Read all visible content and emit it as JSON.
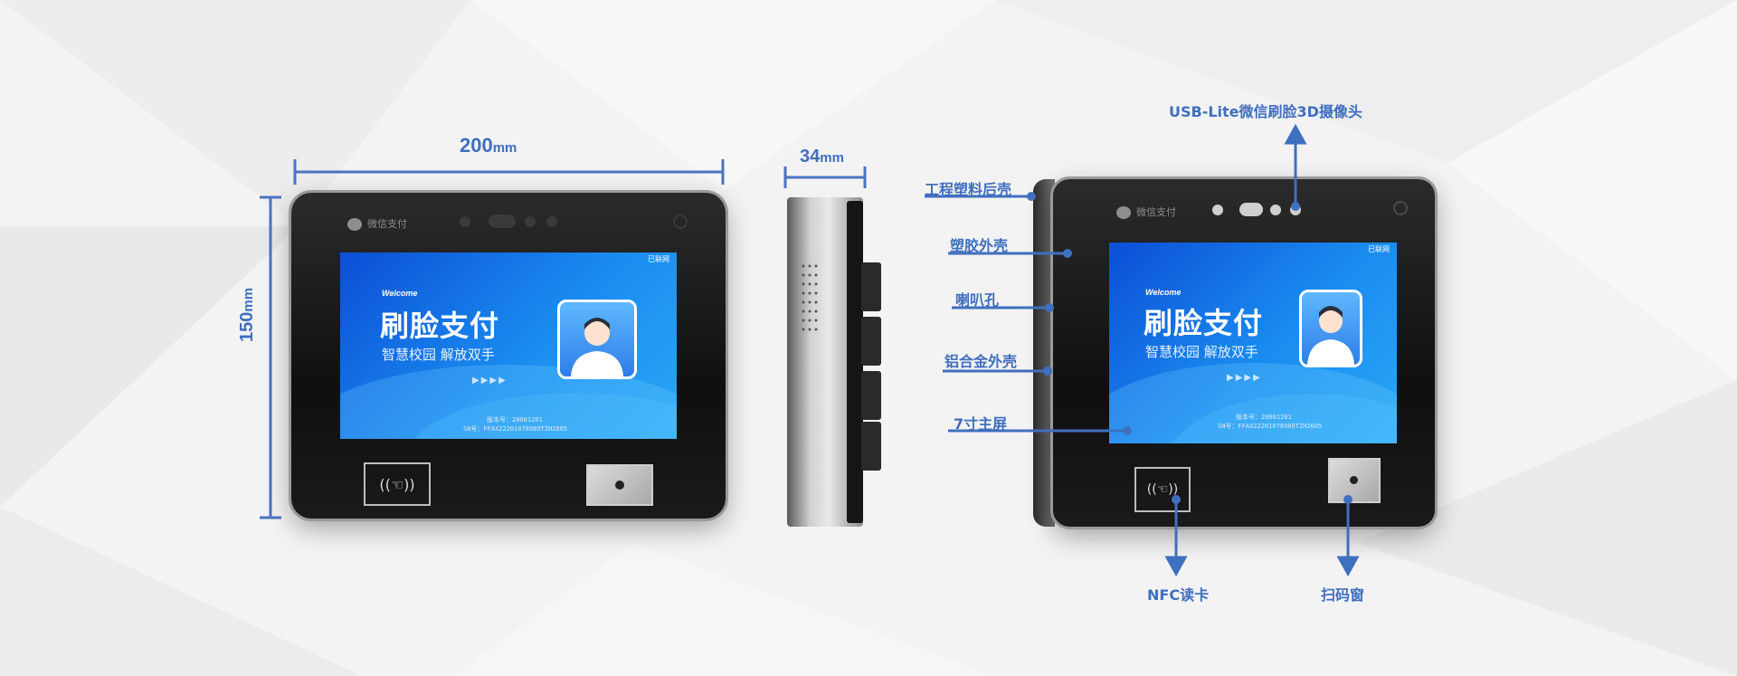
{
  "dimensions": {
    "width_value": "200",
    "width_unit": "mm",
    "height_value": "150",
    "height_unit": "mm",
    "depth_value": "34",
    "depth_unit": "mm"
  },
  "screen": {
    "brand": "微信支付",
    "wifi": "已联网",
    "welcome": "Welcome",
    "title": "刷脸支付",
    "subtitle": "智慧校园 解放双手",
    "arrows": "▶▶▶▶",
    "version_line": "版本号：20081201",
    "sn_line": "SN号：FFAX22201078989TZH2605"
  },
  "callouts": {
    "camera": "USB-Lite微信刷脸3D摄像头",
    "rear_shell": "工程塑料后壳",
    "rubber_shell": "塑胶外壳",
    "speaker": "喇叭孔",
    "alloy_shell": "铝合金外壳",
    "main_screen": "7寸主屏",
    "nfc": "NFC读卡",
    "scanner": "扫码窗"
  },
  "colors": {
    "accent": "#3f6fbf",
    "screen_blue": "#1a8cf0",
    "bezel": "#111111"
  }
}
